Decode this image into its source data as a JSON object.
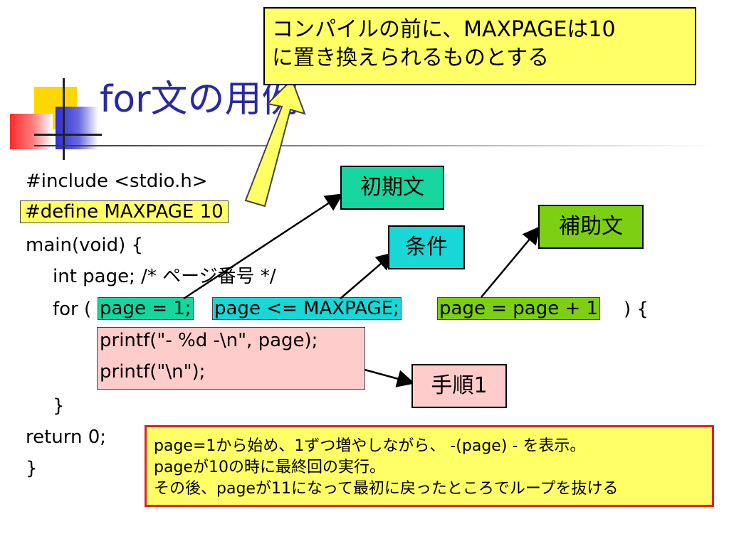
{
  "title": "for文の用例",
  "callout_top": {
    "line1": "コンパイルの前に、MAXPAGEは10",
    "line2": "に置き換えられるものとする"
  },
  "code": {
    "line_include": "#include <stdio.h>",
    "line_define": "#define MAXPAGE 10",
    "line_main": "main(void) {",
    "line_int": "int page; /* ページ番号 */",
    "for_prefix": "for (",
    "for_init": "page = 1;",
    "for_cond": "page <= MAXPAGE;",
    "for_step": "page = page + 1",
    "for_suffix": ") {",
    "body_line1": "printf(\"- %d -\\n\", page);",
    "body_line2": "printf(\"\\n\");",
    "close_inner": "}",
    "line_return": "return 0;",
    "close_outer": "}"
  },
  "labels": {
    "init": "初期文",
    "cond": "条件",
    "step": "補助文",
    "proc": "手順1"
  },
  "callout_bottom": {
    "line1": "page=1から始め、1ずつ増やしながら、 -(page) - を表示。",
    "line2": "pageが10の時に最終回の実行。",
    "line3": "その後、pageが11になって最初に戻ったところでループを抜ける"
  },
  "colors": {
    "title": "#2a2a9e",
    "callout_fill": "#ffff66",
    "callout_border_bottom": "#e02020",
    "init_fill": "#16d6a0",
    "cond_fill": "#18d7d7",
    "step_fill": "#7ccf12",
    "proc_fill": "#ffcccc"
  }
}
